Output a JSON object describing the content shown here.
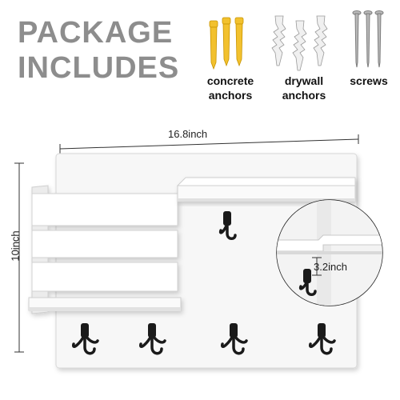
{
  "heading": {
    "line1": "PACKAGE",
    "line2": "INCLUDES"
  },
  "accessories": [
    {
      "label_line1": "concrete",
      "label_line2": "anchors"
    },
    {
      "label_line1": "drywall",
      "label_line2": "anchors"
    },
    {
      "label_line1": "screws",
      "label_line2": ""
    }
  ],
  "dimensions": {
    "width": "16.8inch",
    "height": "10inch",
    "depth": "3.2inch"
  },
  "colors": {
    "anchor_yellow": "#f2c12e",
    "anchor_white": "#f0f0f0",
    "board": "#ffffff",
    "hook": "#1a1a1a"
  }
}
